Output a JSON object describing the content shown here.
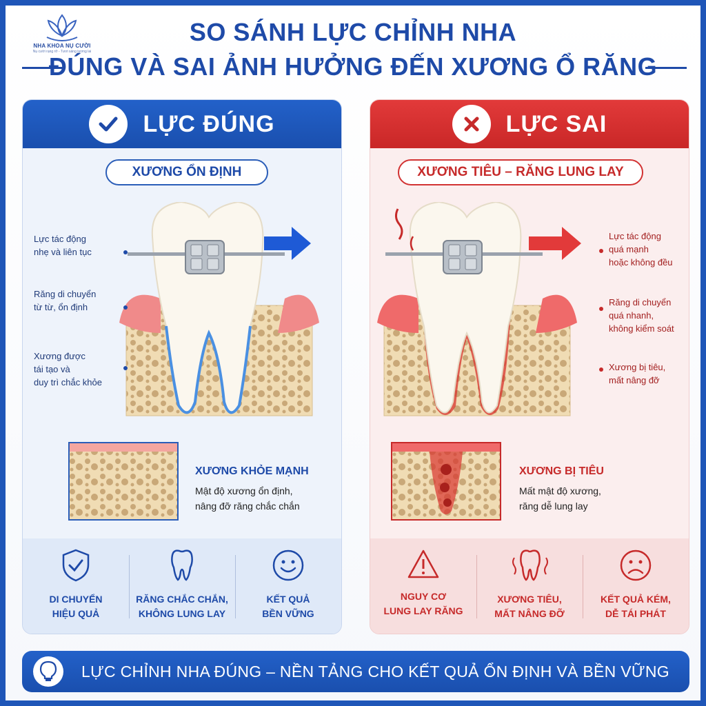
{
  "header": {
    "logo_brand": "NHA KHOA NỤ CƯỜI",
    "logo_tagline": "Nụ cười rạng rỡ - Tươi sáng tương lai",
    "title_line1": "SO SÁNH LỰC CHỈNH NHA",
    "title_line2": "ĐÚNG VÀ SAI ẢNH HƯỞNG ĐẾN XƯƠNG Ổ RĂNG"
  },
  "correct": {
    "title": "LỰC ĐÚNG",
    "icon": "check-icon",
    "subtitle": "XƯƠNG ỔN ĐỊNH",
    "labels": [
      [
        "Lực tác động",
        "nhẹ và liên tục"
      ],
      [
        "Răng di chuyển",
        "từ từ, ổn định"
      ],
      [
        "Xương được",
        "tái tạo và",
        "duy trì chắc khỏe"
      ]
    ],
    "bone_title": "XƯƠNG KHỎE MẠNH",
    "bone_desc": [
      "Mật độ xương ổn định,",
      "nâng đỡ răng chắc chắn"
    ],
    "benefits": [
      {
        "icon": "shield-check-icon",
        "lines": [
          "DI CHUYỂN",
          "HIỆU QUẢ"
        ]
      },
      {
        "icon": "tooth-icon",
        "lines": [
          "RĂNG CHẮC CHẮN,",
          "KHÔNG LUNG LAY"
        ]
      },
      {
        "icon": "smile-icon",
        "lines": [
          "KẾT QUẢ",
          "BỀN VỮNG"
        ]
      }
    ]
  },
  "wrong": {
    "title": "LỰC SAI",
    "icon": "x-icon",
    "subtitle": "XƯƠNG TIÊU – RĂNG LUNG LAY",
    "labels": [
      [
        "Lực tác động",
        "quá mạnh",
        "hoặc không đều"
      ],
      [
        "Răng di chuyển",
        "quá nhanh,",
        "không kiểm soát"
      ],
      [
        "Xương bị tiêu,",
        "mất nâng đỡ"
      ]
    ],
    "bone_title": "XƯƠNG BỊ TIÊU",
    "bone_desc": [
      "Mất mật độ xương,",
      "răng dễ lung lay"
    ],
    "benefits": [
      {
        "icon": "warning-icon",
        "lines": [
          "NGUY CƠ",
          "LUNG LAY RĂNG"
        ]
      },
      {
        "icon": "tooth-pain-icon",
        "lines": [
          "XƯƠNG TIÊU,",
          "MẤT NÂNG ĐỠ"
        ]
      },
      {
        "icon": "sad-icon",
        "lines": [
          "KẾT QUẢ KÉM,",
          "DỄ TÁI PHÁT"
        ]
      }
    ]
  },
  "footer": {
    "icon": "lightbulb-icon",
    "text": "LỰC CHỈNH NHA ĐÚNG – NỀN TẢNG CHO KẾT QUẢ ỔN ĐỊNH VÀ BỀN VỮNG"
  },
  "colors": {
    "blue": "#1e4aa8",
    "red": "#c62a2a",
    "gum": "#f08a8a",
    "bone": "#f0dcb4"
  }
}
